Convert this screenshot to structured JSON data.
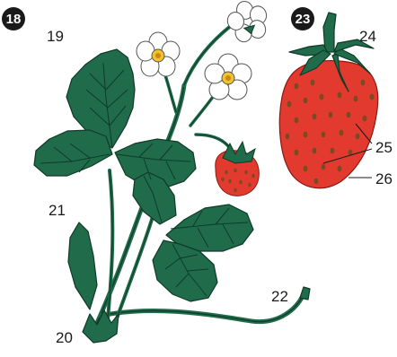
{
  "figures": [
    {
      "id": "plant",
      "badge": "18"
    },
    {
      "id": "fruit",
      "badge": "23"
    }
  ],
  "labels": {
    "n19": "19",
    "n20": "20",
    "n21": "21",
    "n22": "22",
    "n24": "24",
    "n25": "25",
    "n26": "26"
  },
  "colors": {
    "leaf": "#1f6b4a",
    "leaf_vein": "#0f3b28",
    "berry": "#e23a2e",
    "seed": "#7a4a22",
    "petal": "#ffffff",
    "flower_center": "#f2c12e",
    "badge": "#1a1a1a"
  }
}
